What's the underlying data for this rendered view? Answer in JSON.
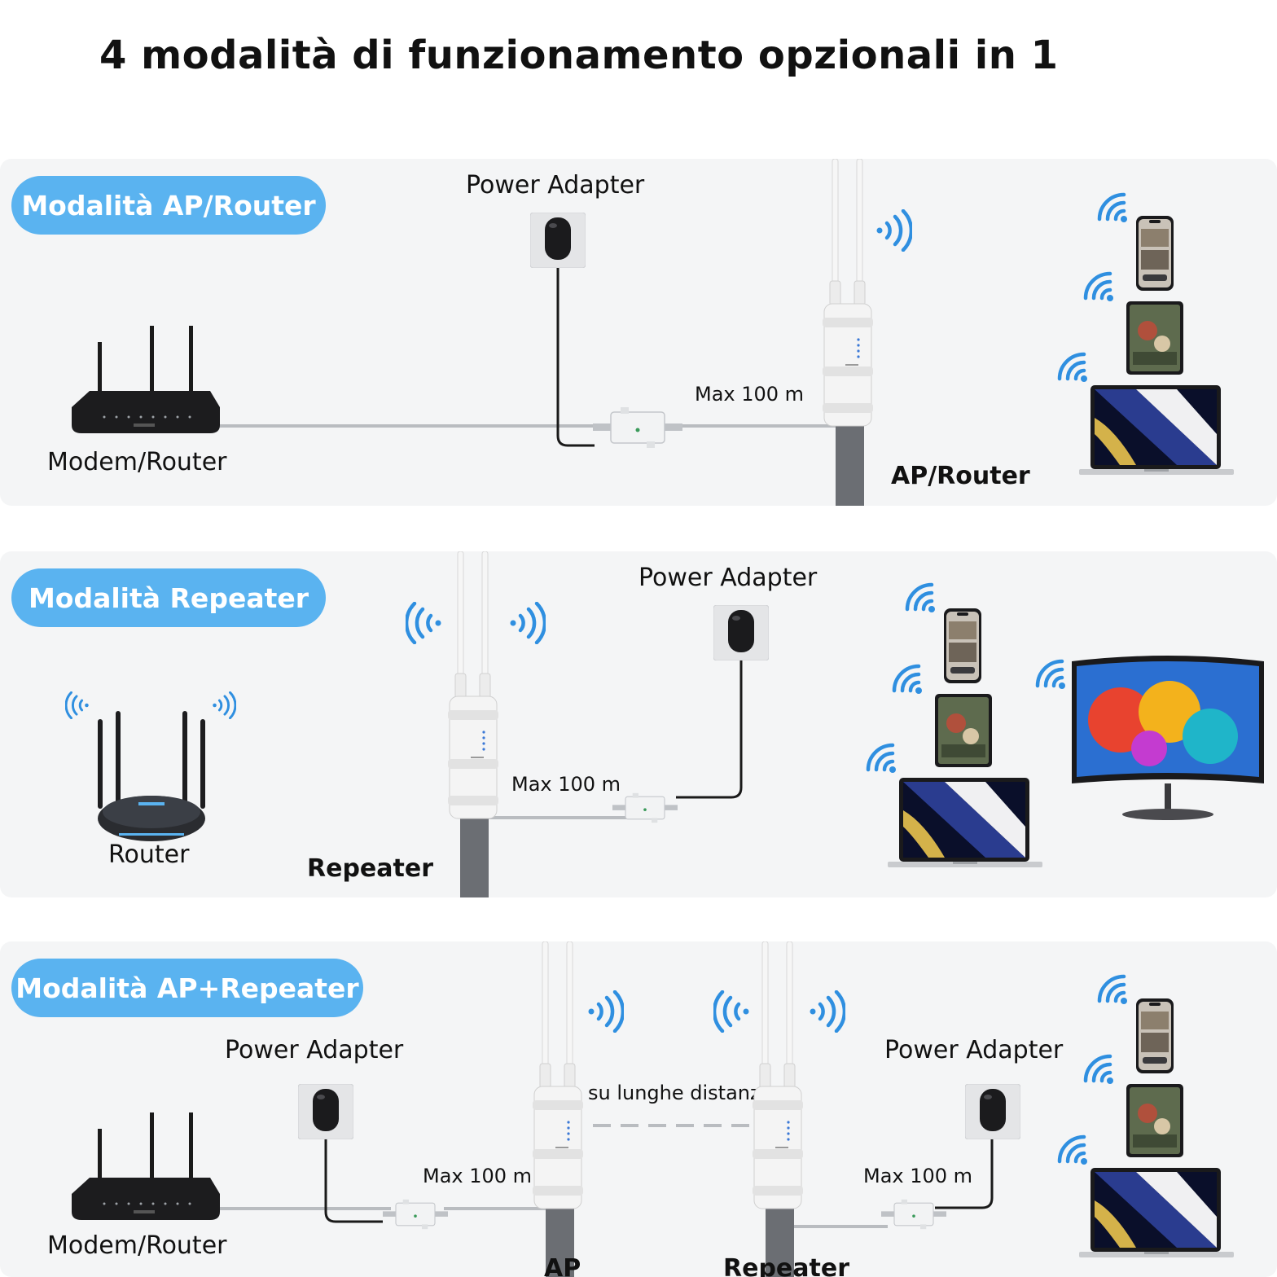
{
  "title": "4 modalità di funzionamento opzionali in 1",
  "colors": {
    "pill": "#5ab3f0",
    "wifi": "#2f8fe0",
    "panel": "#f4f5f6",
    "pole": "#6b6e73"
  },
  "panels": [
    {
      "mode": "Modalità AP/Router",
      "labels": {
        "power": "Power Adapter",
        "distance": "Max 100 m",
        "source": "Modem/Router",
        "device": "AP/Router"
      },
      "clients": [
        "phone",
        "tablet",
        "laptop"
      ]
    },
    {
      "mode": "Modalità Repeater",
      "labels": {
        "power": "Power Adapter",
        "distance": "Max 100 m",
        "source": "Router",
        "device": "Repeater"
      },
      "clients": [
        "phone",
        "tablet",
        "laptop",
        "monitor"
      ]
    },
    {
      "mode": "Modalità AP+Repeater",
      "labels": {
        "power_left": "Power Adapter",
        "power_right": "Power Adapter",
        "distance_left": "Max 100 m",
        "distance_right": "Max 100 m",
        "long_distance": "su lunghe distanze",
        "source": "Modem/Router",
        "device_left": "AP",
        "device_right": "Repeater"
      },
      "clients": [
        "phone",
        "tablet",
        "laptop"
      ]
    }
  ]
}
